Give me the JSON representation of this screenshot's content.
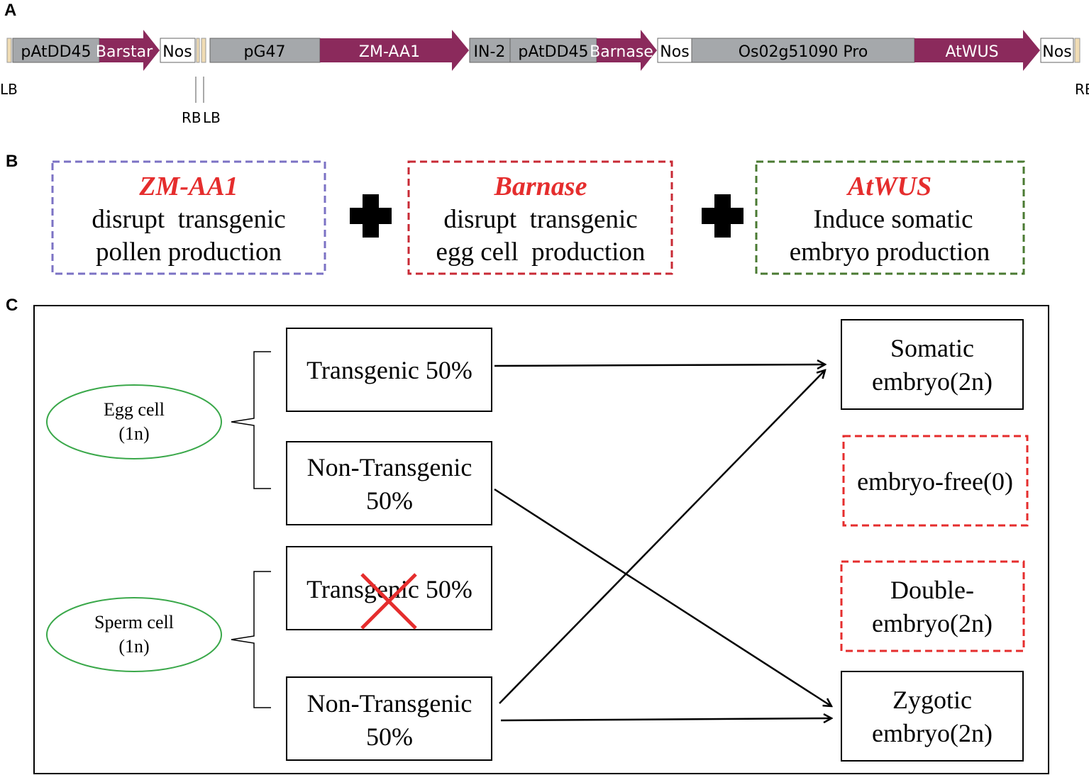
{
  "colors": {
    "gray_segment": "#a5a8ab",
    "magenta": "#8b2a5c",
    "border_tan": "#f0dcb4",
    "b_box1": "#7b72c4",
    "b_box2": "#c82a35",
    "b_box3": "#4a7a32",
    "title_red": "#e52d2d",
    "oval_green": "#3aa84a",
    "cross_red": "#e52d2d",
    "dashed_red": "#e52d2d"
  },
  "panel_a": {
    "letter": "A",
    "segments": {
      "pAtDD45_1": "pAtDD45",
      "barstar": "Barstar",
      "nos_1": "Nos",
      "pG47": "pG47",
      "zm_aa1": "ZM-AA1",
      "in2": "IN-2",
      "pAtDD45_2": "pAtDD45",
      "barnase": "Barnase",
      "nos_2": "Nos",
      "os02g": "Os02g51090 Pro",
      "atwus": "AtWUS",
      "nos_3": "Nos"
    },
    "borders": {
      "lb_left": "LB",
      "rb_mid": "RB",
      "lb_mid": "LB",
      "rb_right": "RB"
    }
  },
  "panel_b": {
    "letter": "B",
    "boxes": [
      {
        "title": "ZM-AA1",
        "line1": "disrupt  transgenic",
        "line2": "pollen production"
      },
      {
        "title": "Barnase",
        "line1": "disrupt  transgenic",
        "line2": "egg cell  production"
      },
      {
        "title": "AtWUS",
        "line1": "Induce somatic",
        "line2": "embryo production"
      }
    ],
    "plus_icon": "plus-icon"
  },
  "panel_c": {
    "letter": "C",
    "egg_cell": {
      "line1": "Egg cell",
      "line2": "(1n)"
    },
    "sperm_cell": {
      "line1": "Sperm cell",
      "line2": "(1n)"
    },
    "egg_transgenic": {
      "line1": "Transgenic 50%"
    },
    "egg_nontransgenic": {
      "line1": "Non-Transgenic",
      "line2": "50%"
    },
    "sperm_transgenic": {
      "line1": "Transgenic 50%"
    },
    "sperm_nontransgenic": {
      "line1": "Non-Transgenic",
      "line2": "50%"
    },
    "somatic_embryo": {
      "line1": "Somatic",
      "line2": "embryo(2n)"
    },
    "embryo_free": {
      "line1": "embryo-free(0)"
    },
    "double_embryo": {
      "line1": "Double-",
      "line2": "embryo(2n)"
    },
    "zygotic_embryo": {
      "line1": "Zygotic",
      "line2": "embryo(2n)"
    }
  }
}
